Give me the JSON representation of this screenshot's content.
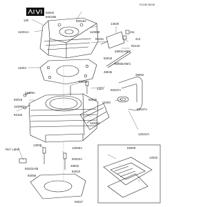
{
  "diagram_code": "E1165-B448",
  "labels": {
    "l92002": "92002",
    "l92022B": "92022B",
    "l130": "130",
    "l92015A": "92015A",
    "l11001A": "11001/A",
    "l110508": "110508",
    "l14020": "14020",
    "l92151": "92151",
    "l411": "411",
    "l412": "412",
    "l92143": "92143",
    "l49002ABC": "49002A/B/C",
    "l92055ABC": "92055A/B/C",
    "l92043": "92043",
    "l11004": "11004",
    "l49046": "49046",
    "l92004": "92004",
    "l39062": "39062",
    "l11009A": "11009A",
    "l132A": "132A",
    "l92037A_1": "92037A",
    "l92015": "92015",
    "l92026": "92026",
    "l11009C": "11009C",
    "l11060": "11060",
    "l92037A_2": "92037A",
    "l92153": "92153",
    "l11005A": "11005A",
    "l12021A": "12021/A",
    "l92009": "92009",
    "l12005": "12005",
    "l12005A": "12005A",
    "l92022A": "92022A",
    "l92022AB": "92022A/B",
    "l49002": "49002",
    "l92055": "92055",
    "l92022": "92022",
    "l92027": "92027",
    "l12022": "12022",
    "ref_label": "Ref. Label"
  },
  "logo_text": "KAWASAKI"
}
